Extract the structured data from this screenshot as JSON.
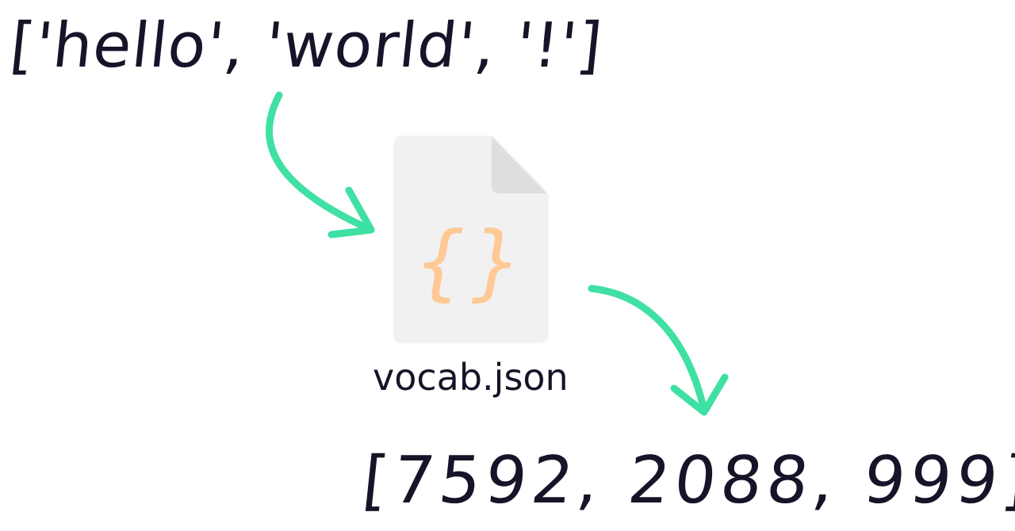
{
  "input_tokens": "['hello', 'world', '!']",
  "file": {
    "name": "vocab.json",
    "glyph": "{}",
    "icon": "json-file-icon",
    "glyph_color": "#ffc995",
    "page_color": "#f1f1f1"
  },
  "output_ids": "[7592, 2088, 999]",
  "colors": {
    "text": "#161428",
    "arrow": "#3fe0a3"
  }
}
